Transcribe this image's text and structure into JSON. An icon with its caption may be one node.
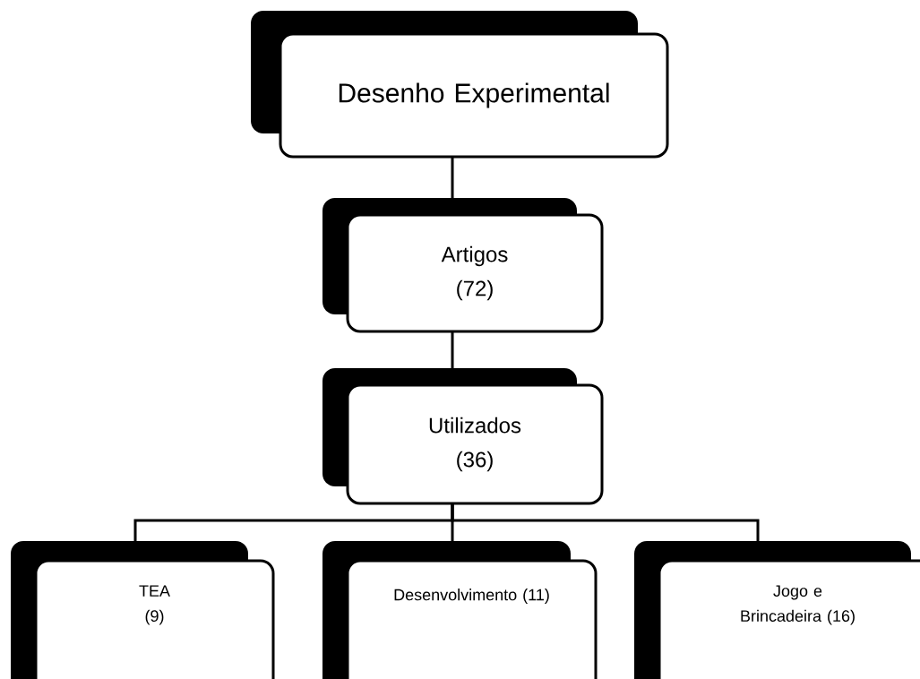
{
  "diagram": {
    "nodes": [
      {
        "text": [
          "Desenho Experimental"
        ]
      },
      {
        "text": [
          "Artigos (72)"
        ]
      },
      {
        "text": [
          "Utilizados (36)"
        ]
      },
      {
        "text": [
          "TEA (9)"
        ]
      },
      {
        "text": [
          "Desenvolvimento (11)"
        ]
      },
      {
        "text": [
          "Jogo e Brincadeira (16)"
        ]
      }
    ],
    "edges": [
      {
        "from": 0,
        "to": 1,
        "arrow": "none"
      },
      {
        "from": 1,
        "to": 2,
        "arrow": "none"
      },
      {
        "from": 2,
        "to": 3,
        "arrow": "none"
      },
      {
        "from": 2,
        "to": 4,
        "arrow": "none"
      },
      {
        "from": 2,
        "to": 5,
        "arrow": "none"
      }
    ]
  }
}
